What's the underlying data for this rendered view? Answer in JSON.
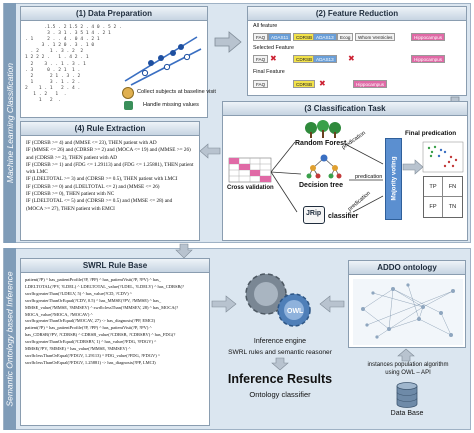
{
  "side_labels": {
    "top": "Machine Learning Classification",
    "bottom": "Semantic Ontology based Inference"
  },
  "data_prep": {
    "title": "(1) Data Preparation",
    "collect": "Collect subjects at baseline visit",
    "handle": "Handle missing values"
  },
  "feature_reduction": {
    "title": "(2) Feature Reduction",
    "all_feature": "All feature",
    "selected_feature": "Selected Feature",
    "final_feature": "Final Feature",
    "row1": [
      "FAQ",
      "ADAS11",
      "CDRSB",
      "ADAS13",
      "Ecog",
      "Whom Ventricles",
      "Hippocampus"
    ],
    "row2": [
      "FAQ",
      "CDRSB",
      "ADAS13",
      "Hippocampus"
    ],
    "row3": [
      "FAQ",
      "CDRSB",
      "Hippocampus"
    ]
  },
  "classification": {
    "title": "(3 Classification Task",
    "random_forest": "Random Forest",
    "decision_tree": "Decision tree",
    "classifier": "classifier",
    "jrip": "JRip",
    "cross_validation": "Cross validation",
    "predication": "predication",
    "majority_voting": "Majority voting",
    "final_predication": "Final predication",
    "matrix": [
      "TP",
      "FN",
      "FP",
      "TN"
    ]
  },
  "rule_extraction": {
    "title": "(4) Rule Extraction",
    "rules": [
      "IF (CDRSB >= 4) and (MMSE <= 23), THEN patient with AD",
      "IF (MMSE <= 26) and (CDRSB >= 2) and (MOCA <= 19) and (MMSE >= 26)",
      "  and (CDRSB >= 2), THEN patient with AD",
      "IF (CDRSB >= 1) and (FDG <= 1.29113) and (FDG <= 1.25881), THEN patient",
      "  with LMC",
      "IF (LDELTOTAL >= 3) and (CDRSB >= 0.5), THEN patient with LMCI",
      "IF (CDRSB >= 0) and (LDELTOTAL <= 2) and (MMSE <= 26)",
      "IF (CDRSB >= 0), THEN patient with NC",
      "IF (LDELTOTAL <= 5) and (CDRSB >= 0.5) and (MMSE <= 28) and",
      "  (MOCA >= 27), THEN patient with EMCI"
    ]
  },
  "swrl": {
    "title": "SWRL Rule Base",
    "lines": [
      "patient(?P) ^ has_patientProfile(?P, ?PP) ^ has_patientVisit(?P, ?PV) ^ has_",
      "LDELTOTAL(?PV, ?LDEL) ^ LDELTOTAL_value(?LDEL, ?LDELV) ^ has_CDRSB(?",
      "swrlb:greaterThan(?LDELV, 5) ^ has_value(?CD, ?CDV) ^",
      "swrlb:greaterThanOrEqual(?CDV, 0.5) ^ has_MMSE(?PV, ?MMSE) ^ has_",
      "MMSE_value(?MMSE, ?MMSEV) ^ swrlb:lessThan(?MMSEV, 28) ^ has_MOCA(?",
      "MOCA_value(?MOCA, ?MOCAV) ^",
      "swrlb:greaterThanOrEqual(?MOCAV, 27) -> has_diagnosis(?PP, EMCI)",
      "",
      "patient(?P) ^ has_patientProfile(?P, ?PP) ^ has_patientVisit(?P, ?PV) ^",
      "has_CDRSB(?PV, ?CDRSB) ^ CDRSB_value(?CDRSB, ?CDRSBV) ^ has_FDG(?",
      "swrlb:greaterThanOrEqual(?CDRSBV, 1) ^ has_value(?FDG, ?FDGV) ^",
      "MMSE(?PV, ?MMSE) ^ has_value(?MMSE, ?MMSEV) ^",
      "swrlb:lessThanOrEqual(?FDGV, 1.29113) ^ FDG_value(?FDG, ?FDGV) ^",
      "swrlb:lessThanOrEqual(?FDGV, 1.25881) -> has_diagnosis(?PP, LMCI)"
    ]
  },
  "inference": {
    "engine": "Inference engine",
    "swrl_reasoner": "SWRL rules and semantic reasoner",
    "owl": "OWL",
    "results": "Inference Results",
    "classifier": "Ontology classifier"
  },
  "addo": {
    "title": "ADDO ontology",
    "instances": "instances population algorithm",
    "using": "using OWL – API",
    "database": "Data Base"
  },
  "colors": {
    "band": "#dbe6f0",
    "side": "#7f9cb8",
    "panel_border": "#8a9db0",
    "cdrsb": "#f2e24a",
    "hippocampus": "#e06aa6",
    "adas": "#6a9fd8",
    "arrow": "#b8c3cf"
  }
}
